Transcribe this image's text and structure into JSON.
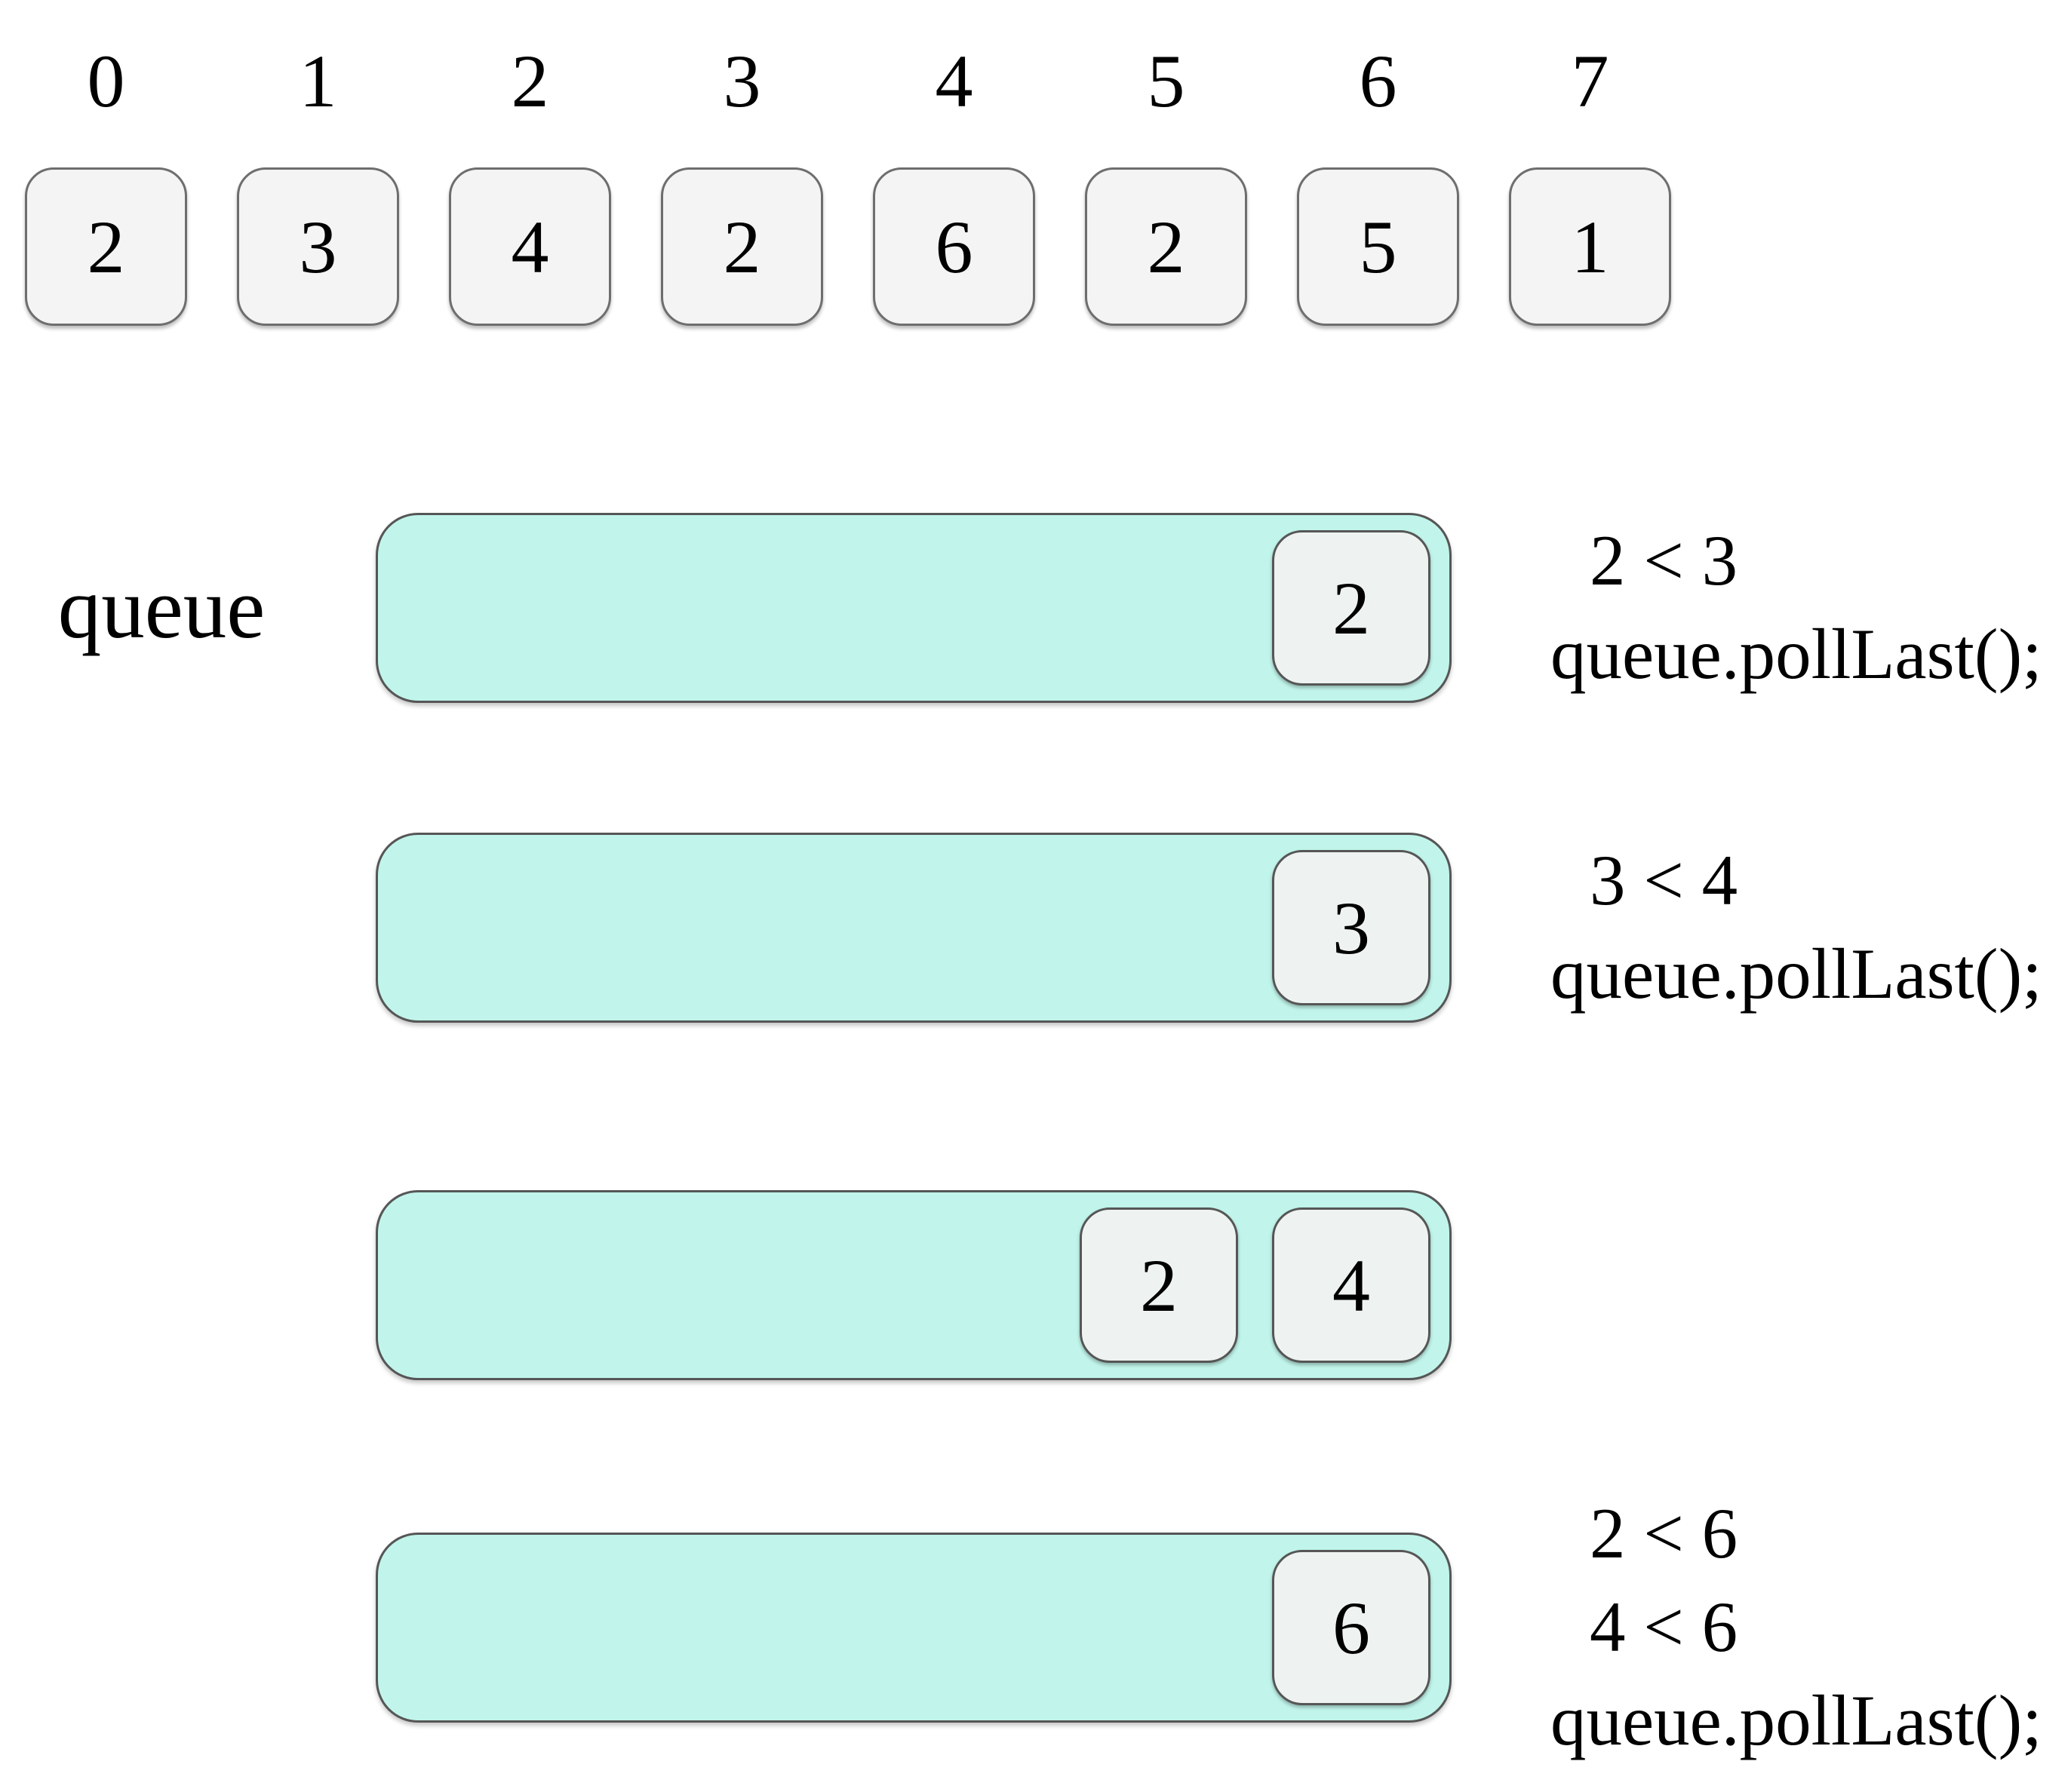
{
  "array": {
    "indices": [
      "0",
      "1",
      "2",
      "3",
      "4",
      "5",
      "6",
      "7"
    ],
    "values": [
      "2",
      "3",
      "4",
      "2",
      "6",
      "2",
      "5",
      "1"
    ]
  },
  "queue": {
    "label": "queue"
  },
  "steps": [
    {
      "cells": [
        "2"
      ],
      "annotation_lines": [
        "2 < 3",
        "queue.pollLast();"
      ]
    },
    {
      "cells": [
        "3"
      ],
      "annotation_lines": [
        "3 < 4",
        "queue.pollLast();"
      ]
    },
    {
      "cells": [
        "2",
        "4"
      ],
      "annotation_lines": []
    },
    {
      "cells": [
        "6"
      ],
      "annotation_lines": [
        "2 < 6",
        "4 < 6",
        "queue.pollLast();"
      ]
    }
  ],
  "colors": {
    "queue_fill": "#c1f5eb",
    "cell_fill": "#eef3f1",
    "array_cell_fill": "#f4f4f4",
    "border": "#565656",
    "array_border": "#6e6e6e",
    "background": "#ffffff",
    "text": "#000000"
  }
}
